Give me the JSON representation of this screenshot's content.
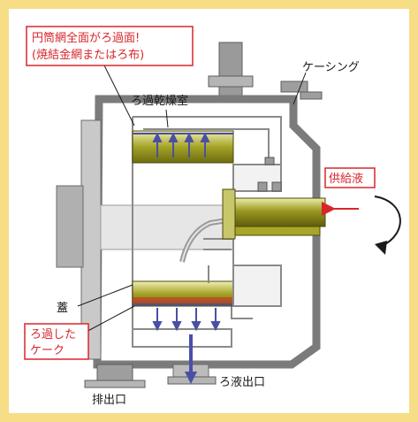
{
  "labels": {
    "filter_surface_line1": "円筒網全面がろ過面!",
    "filter_surface_line2": "(焼結金網またはろ布)",
    "drying_chamber": "ろ過乾燥室",
    "casing": "ケーシング",
    "feed_liquid": "供給液",
    "lid": "蓋",
    "cake_line1": "ろ過した",
    "cake_line2": "ケーク",
    "discharge_outlet": "排出口",
    "filtrate_outlet": "ろ液出口"
  },
  "colors": {
    "frame": "#f6dd86",
    "accent_red": "#d8262b",
    "filter_olive": "#8c8c1c",
    "arrow_blue": "#4a4fa6",
    "metal": "#8f8f8f",
    "metal_light": "#cfcfcf",
    "metal_dark": "#6e6e6e"
  }
}
